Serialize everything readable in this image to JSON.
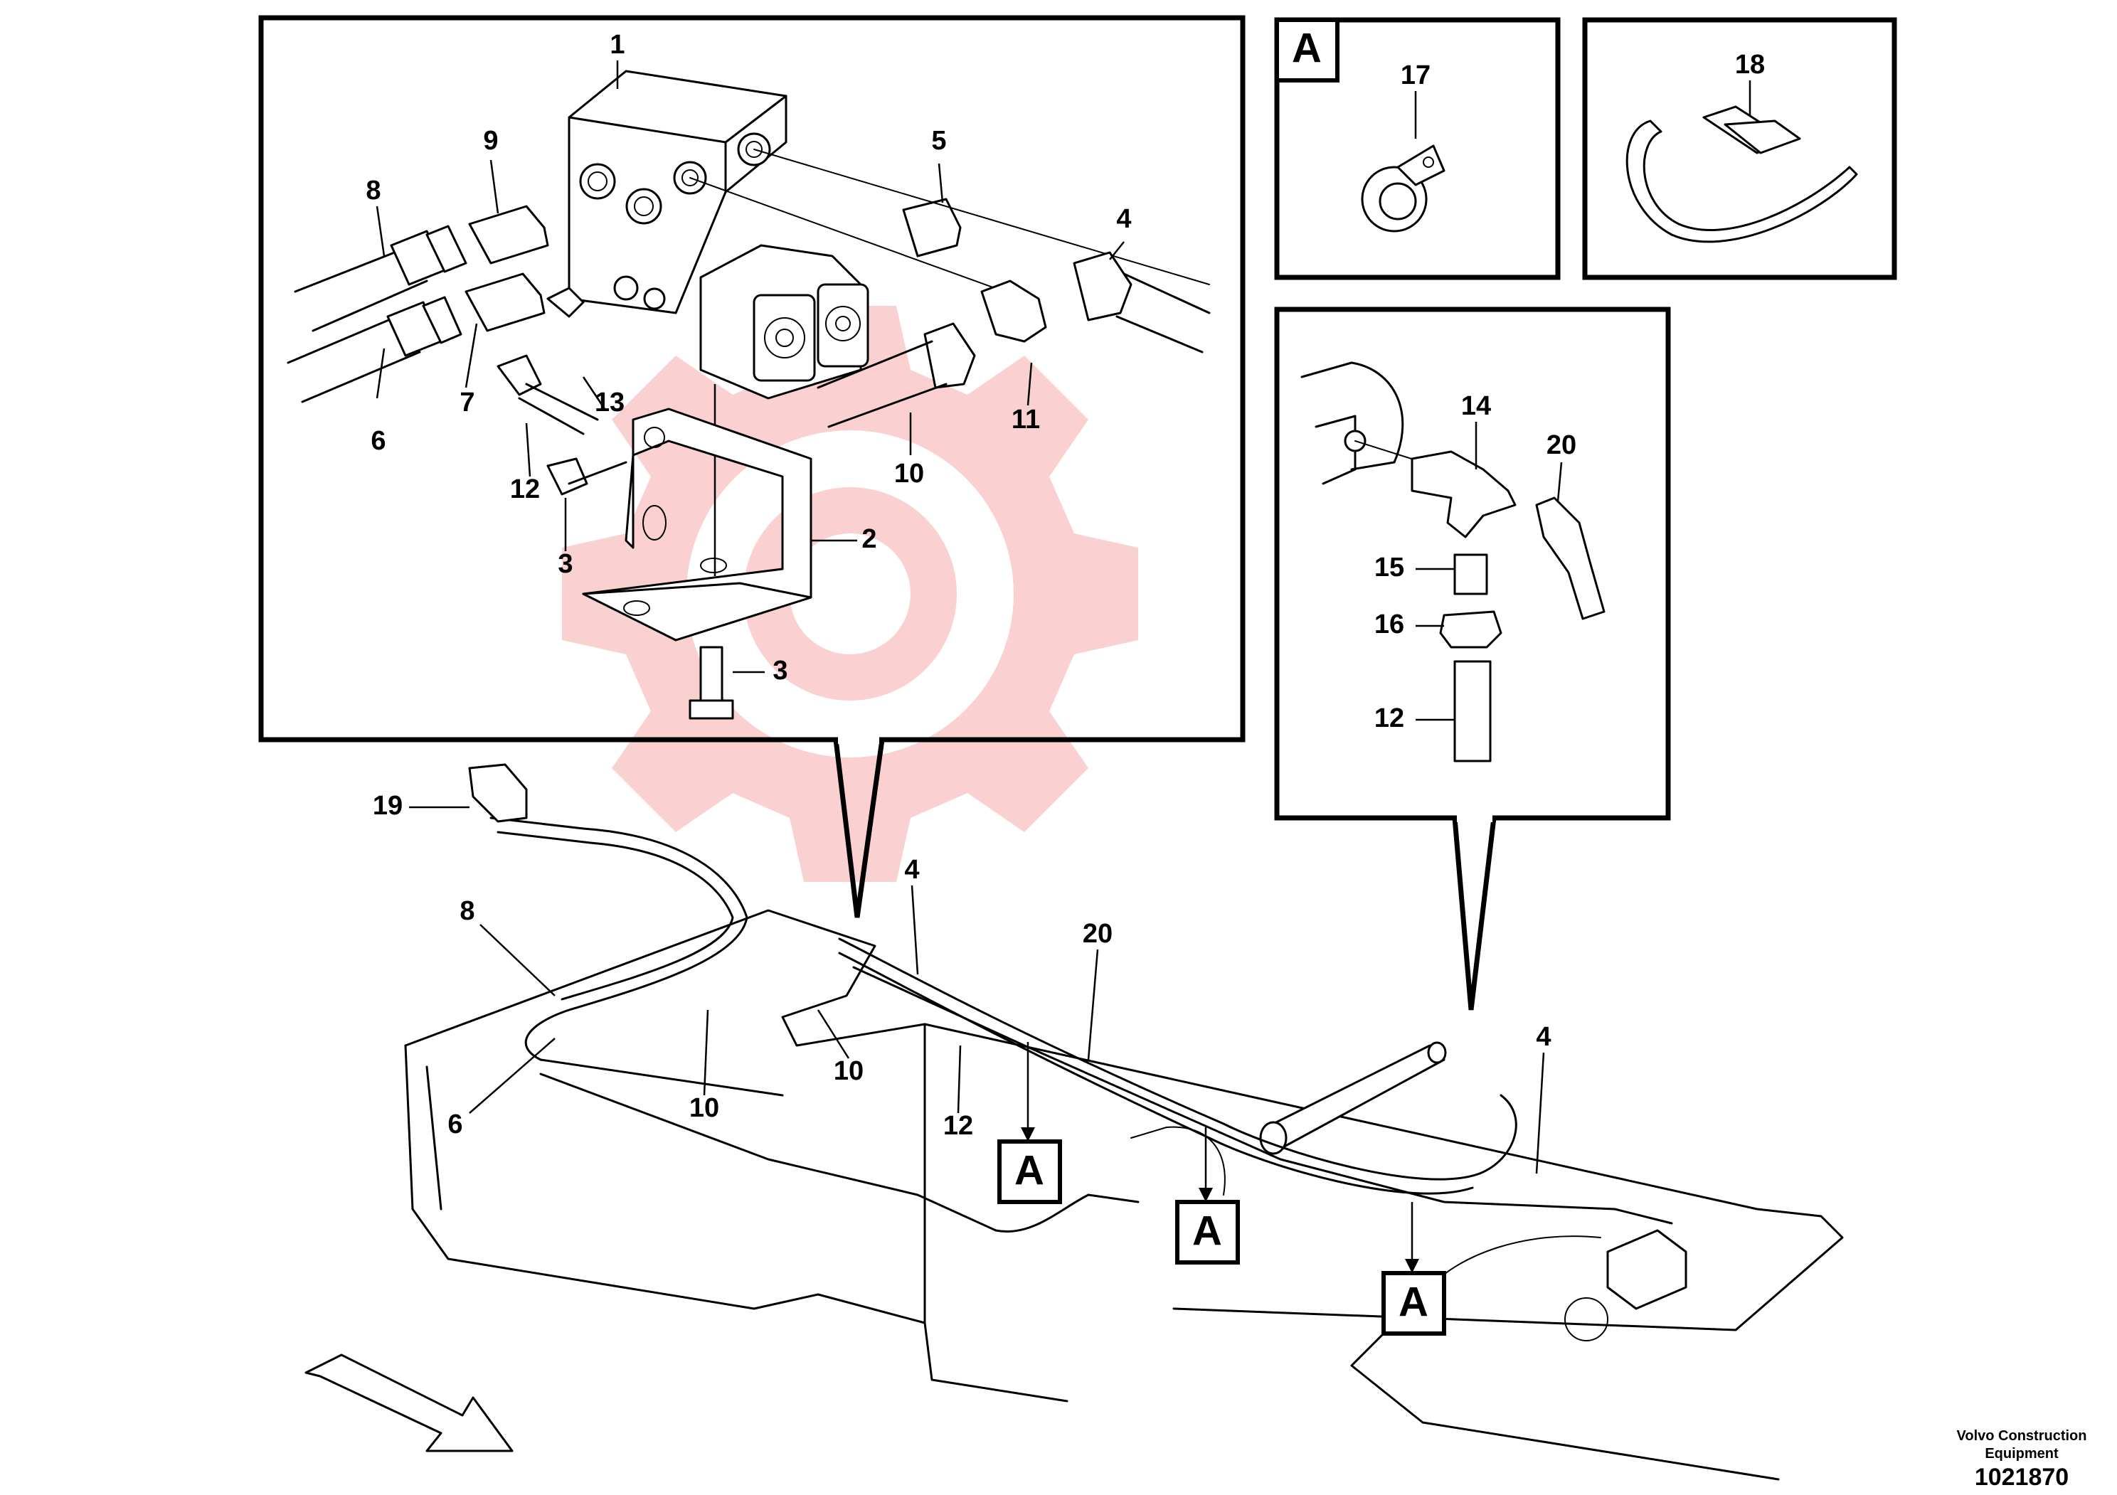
{
  "diagram": {
    "callouts": {
      "main": [
        "1",
        "9",
        "8",
        "5",
        "4",
        "7",
        "13",
        "6",
        "12",
        "3",
        "2",
        "10",
        "11"
      ],
      "main_bottom_bolt": "3",
      "detail_a": {
        "box_letter": "A",
        "part": "17"
      },
      "detail_18": "18",
      "detail_tee": [
        "14",
        "20",
        "15",
        "16",
        "12"
      ],
      "assembly": [
        "19",
        "8",
        "4",
        "20",
        "6",
        "10",
        "10",
        "12",
        "4"
      ],
      "section_markers": [
        "A",
        "A",
        "A"
      ]
    },
    "credit": {
      "line1": "Volvo Construction",
      "line2": "Equipment",
      "number": "1021870"
    }
  }
}
